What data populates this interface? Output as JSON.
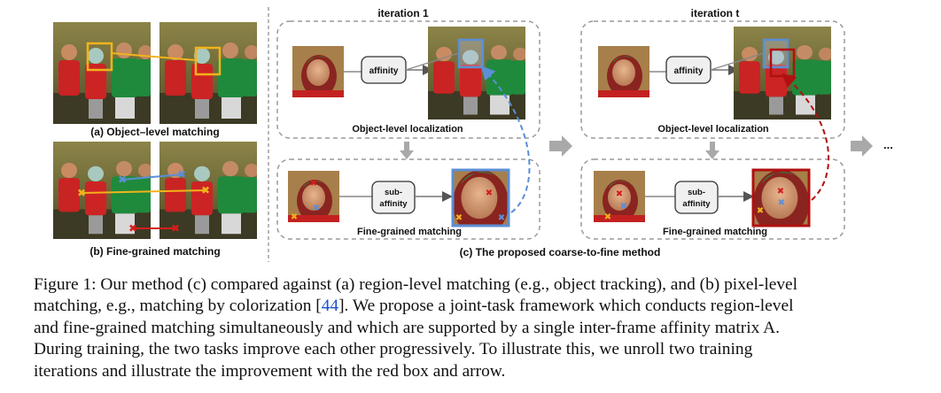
{
  "panel_a": {
    "label": "(a) Object–level matching"
  },
  "panel_b": {
    "label": "(b) Fine-grained matching"
  },
  "panel_c": {
    "label": "(c) The proposed coarse-to-fine method",
    "iterations": [
      {
        "title": "iteration 1",
        "affinity": "affinity",
        "obj_label": "Object-level localization",
        "sub_affinity_line1": "sub-",
        "sub_affinity_line2": "affinity",
        "fine_label": "Fine-grained matching"
      },
      {
        "title": "iteration t",
        "affinity": "affinity",
        "obj_label": "Object-level localization",
        "sub_affinity_line1": "sub-",
        "sub_affinity_line2": "affinity",
        "fine_label": "Fine-grained matching"
      }
    ],
    "ellipsis": "..."
  },
  "colors": {
    "yellow": "#f2b31b",
    "blue": "#5b8fd6",
    "red": "#d41d1d",
    "dark_red": "#b01010",
    "gray_arrow": "#a9a9a9",
    "dash_border": "#9a9a9a"
  },
  "caption": {
    "line1": "Figure 1: Our method (c) compared against (a) region-level matching (e.g., object tracking), and (b) pixel-level",
    "line2_before": "matching, e.g., matching by colorization [",
    "line2_cite": "44",
    "line2_after": "]. We propose a joint-task framework which conducts region-level",
    "line3": "and fine-grained matching simultaneously and which are supported by a single inter-frame affinity matrix A.",
    "line4": "During training, the two tasks improve each other progressively. To illustrate this, we unroll two training",
    "line5": "iterations and illustrate the improvement with the red box and arrow."
  }
}
